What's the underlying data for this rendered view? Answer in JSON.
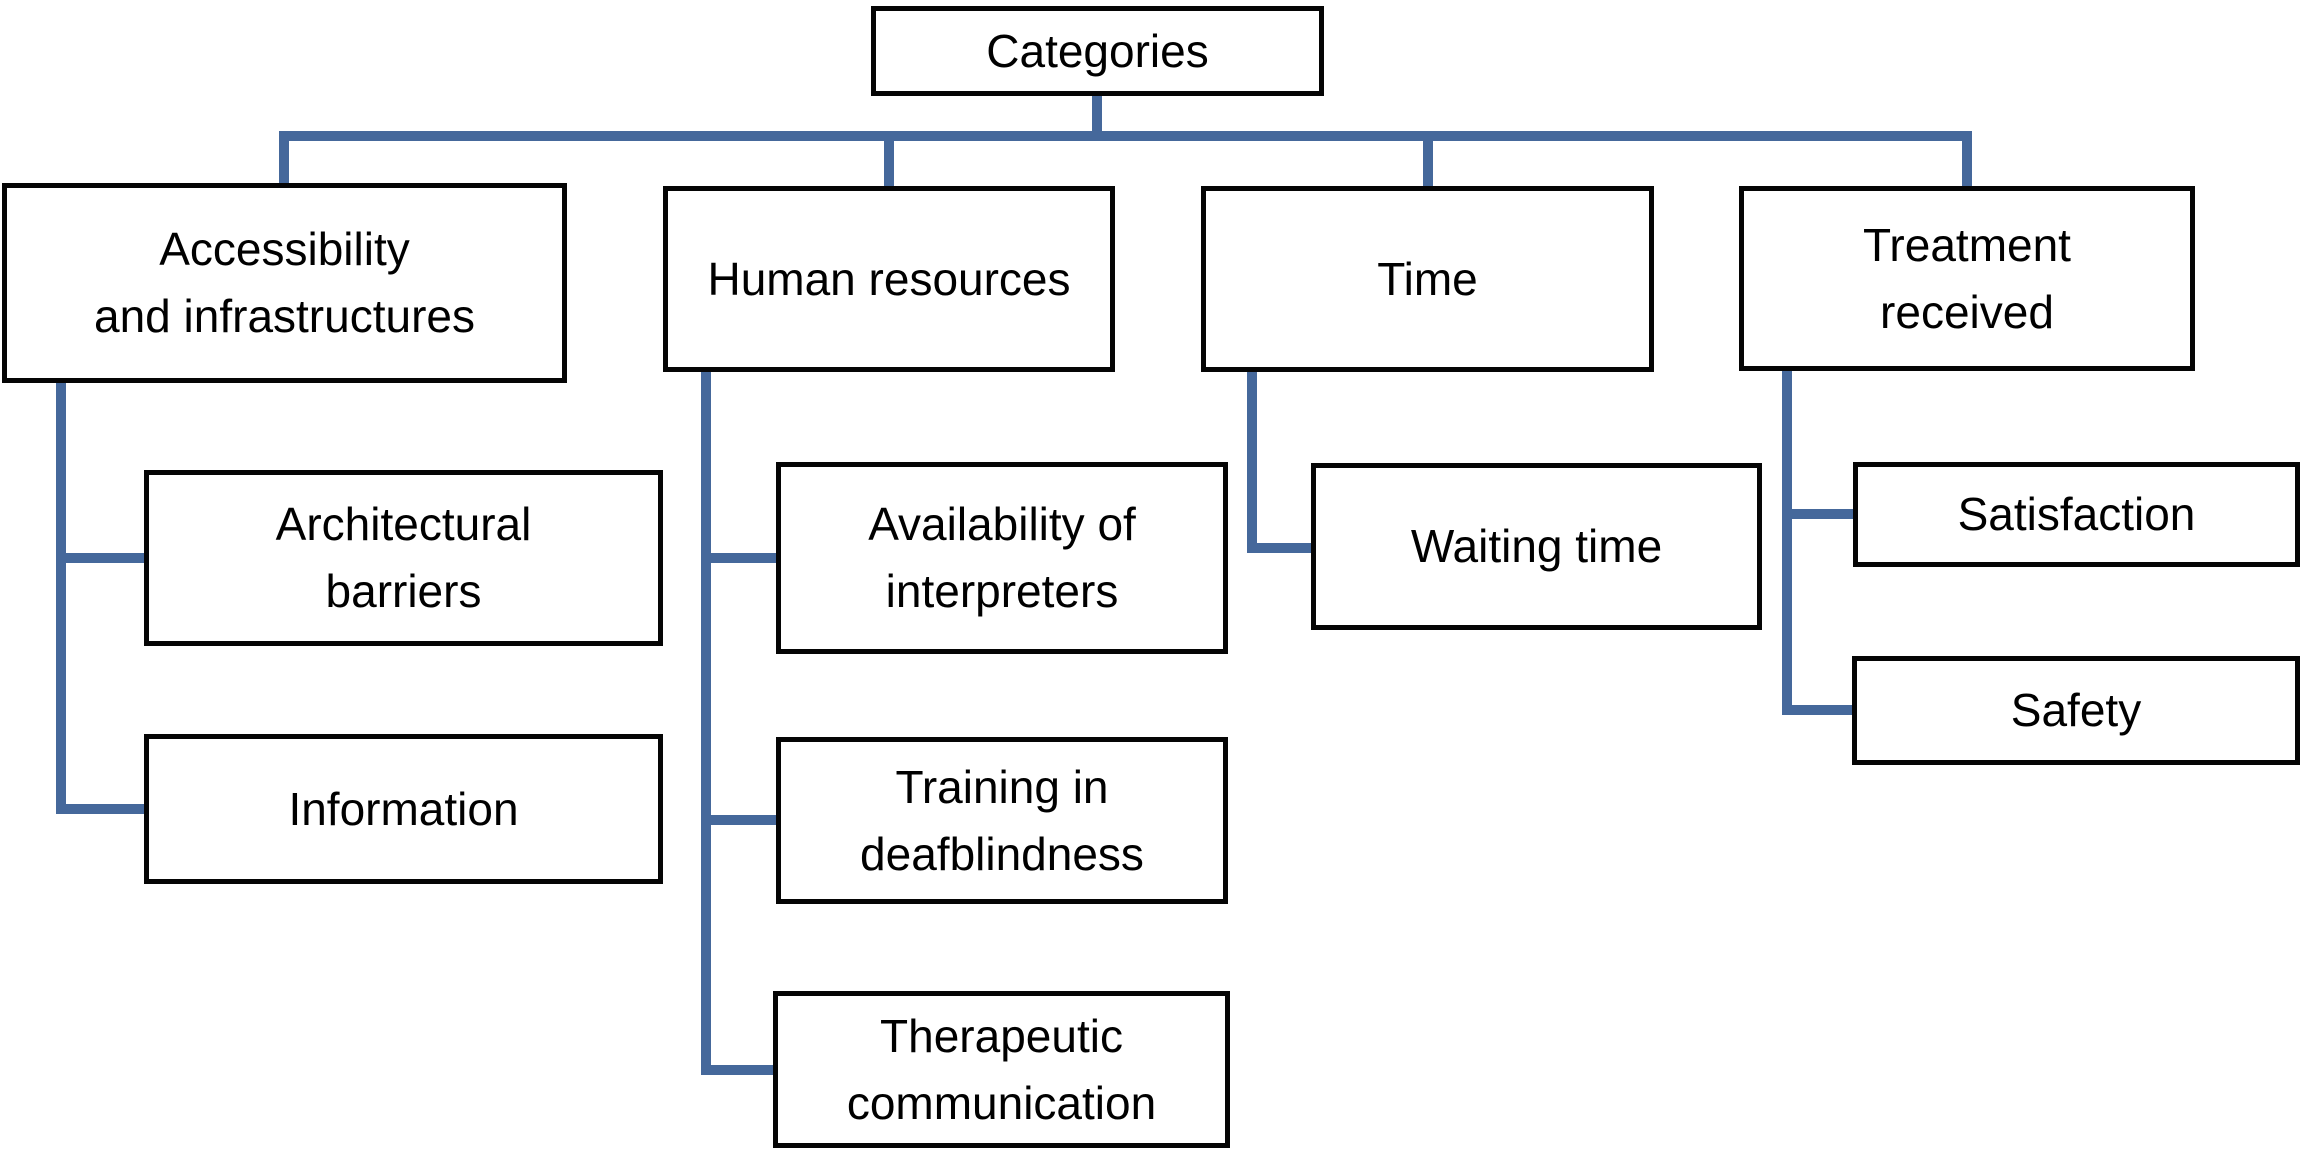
{
  "colors": {
    "background": "#FFFFFF",
    "connector": "#45689B",
    "box_border": "#050505",
    "box_fill": "#FFFFFF",
    "text": "#000000"
  },
  "tree": {
    "label": "Categories",
    "children": [
      {
        "label": "Accessibility\nand infrastructures",
        "children": [
          {
            "label": "Architectural\nbarriers"
          },
          {
            "label": "Information"
          }
        ]
      },
      {
        "label": "Human resources",
        "children": [
          {
            "label": "Availability of\ninterpreters"
          },
          {
            "label": "Training in\ndeafblindness"
          },
          {
            "label": "Therapeutic\ncommunication"
          }
        ]
      },
      {
        "label": "Time",
        "children": [
          {
            "label": "Waiting time"
          }
        ]
      },
      {
        "label": "Treatment\nreceived",
        "children": [
          {
            "label": "Satisfaction"
          },
          {
            "label": "Safety"
          }
        ]
      }
    ]
  }
}
